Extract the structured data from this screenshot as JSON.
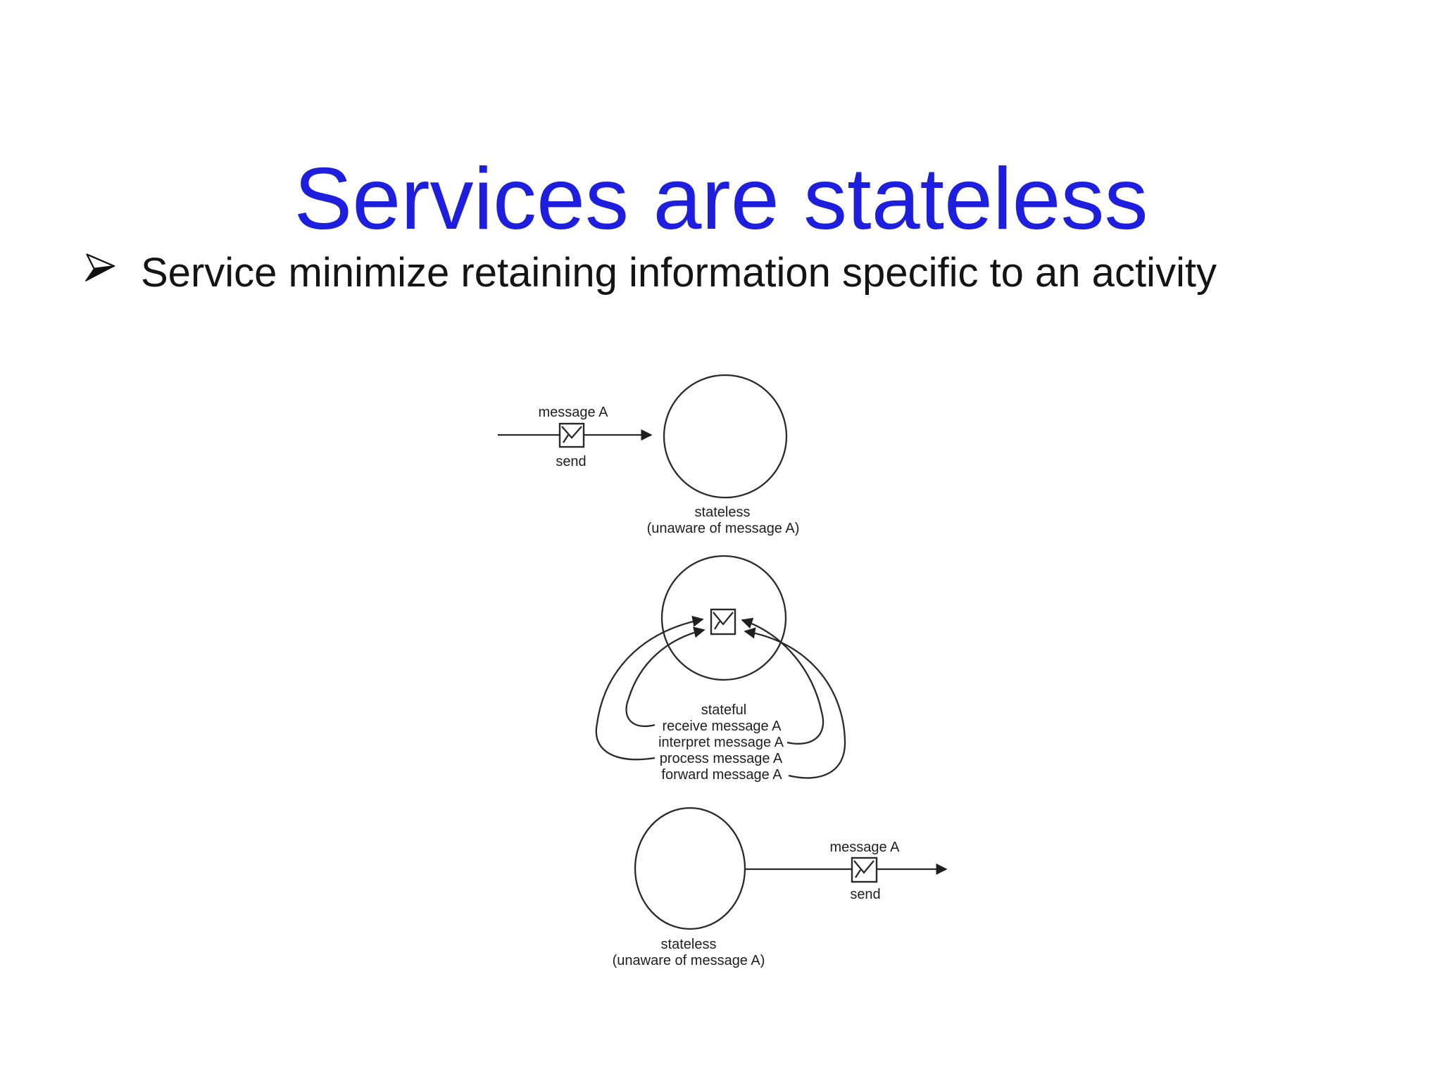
{
  "title": {
    "text": "Services are stateless",
    "color": "#1e1ede"
  },
  "bullet": {
    "icon": "three-d-arrowhead-bullet",
    "text": "Service minimize retaining information specific to an activity"
  },
  "diagram": {
    "top": {
      "message_label": "message A",
      "send_label": "send",
      "caption_line1": "stateless",
      "caption_line2": "(unaware of message A)"
    },
    "middle": {
      "caption": "stateful",
      "steps": [
        "receive message A",
        "interpret message A",
        "process message A",
        "forward message A"
      ]
    },
    "bottom": {
      "message_label": "message A",
      "send_label": "send",
      "caption_line1": "stateless",
      "caption_line2": "(unaware of message A)"
    }
  }
}
